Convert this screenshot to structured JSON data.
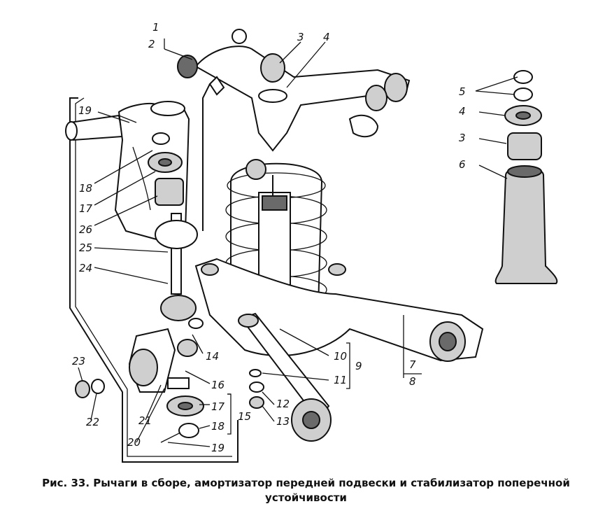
{
  "figure": {
    "caption_line1": "Рис. 33. Рычаги в сборе, амортизатор передней подвески и стабилизатор поперечной",
    "caption_line2": "устойчивости"
  },
  "callouts": {
    "c1": "1",
    "c2": "2",
    "c3_top": "3",
    "c4_top": "4",
    "c5": "5",
    "c4_right": "4",
    "c3_right": "3",
    "c6": "6",
    "c19_top": "19",
    "c18_left": "18",
    "c17_left": "17",
    "c26": "26",
    "c25": "25",
    "c24": "24",
    "c14": "14",
    "c16": "16",
    "c17_bottom": "17",
    "c18_bottom": "18",
    "c19_bottom": "19",
    "c15": "15",
    "c21": "21",
    "c20": "20",
    "c23": "23",
    "c22": "22",
    "c10": "10",
    "c9": "9",
    "c11": "11",
    "c12": "12",
    "c13": "13",
    "c7": "7",
    "c8": "8"
  }
}
